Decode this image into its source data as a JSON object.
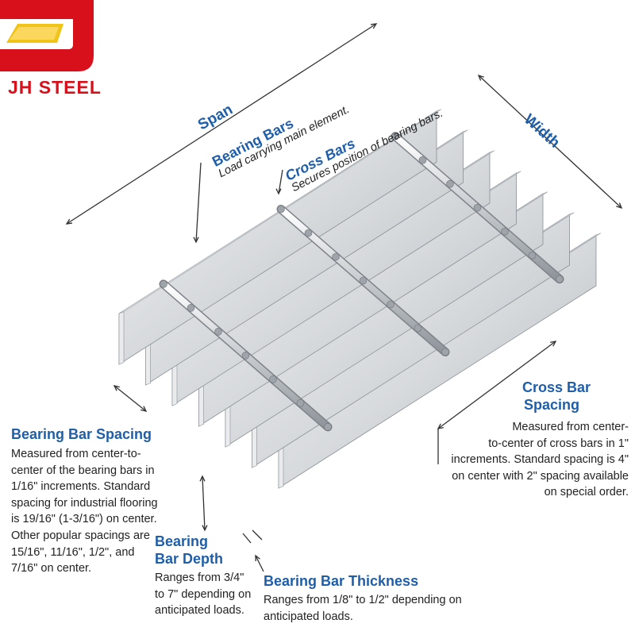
{
  "logo": {
    "brand_name": "JH STEEL",
    "colors": {
      "red": "#d8101c",
      "gold": "#f0c419"
    }
  },
  "diagram": {
    "title_color": "#1f5ea8",
    "labels": {
      "span": {
        "title": "Span"
      },
      "width": {
        "title": "Width"
      },
      "bearing_bars": {
        "title": "Bearing Bars",
        "description": "Load carrying main element."
      },
      "cross_bars": {
        "title": "Cross Bars",
        "description": "Secures position of bearing bars."
      },
      "cross_bar_spacing": {
        "title_line1": "Cross Bar",
        "title_line2": "Spacing",
        "description": "Measured from center-\nto-center of cross bars in 1\"\nincrements.  Standard spacing is 4\"\non center with 2\" spacing available\non special order."
      },
      "bearing_bar_spacing": {
        "title": "Bearing Bar Spacing",
        "description": "Measured from center-to-\ncenter of the bearing bars in\n1/16\" increments.  Standard\nspacing for industrial flooring\nis 19/16\" (1-3/16\") on center.\nOther popular spacings are\n15/16\", 11/16\", 1/2\", and\n7/16\" on center."
      },
      "bearing_bar_depth": {
        "title_line1": "Bearing",
        "title_line2": "Bar Depth",
        "description": "Ranges from 3/4\"\nto 7\" depending on\nanticipated loads."
      },
      "bearing_bar_thickness": {
        "title": "Bearing Bar Thickness",
        "description": "Ranges from 1/8\" to 1/2\" depending on\nanticipated loads."
      }
    }
  }
}
